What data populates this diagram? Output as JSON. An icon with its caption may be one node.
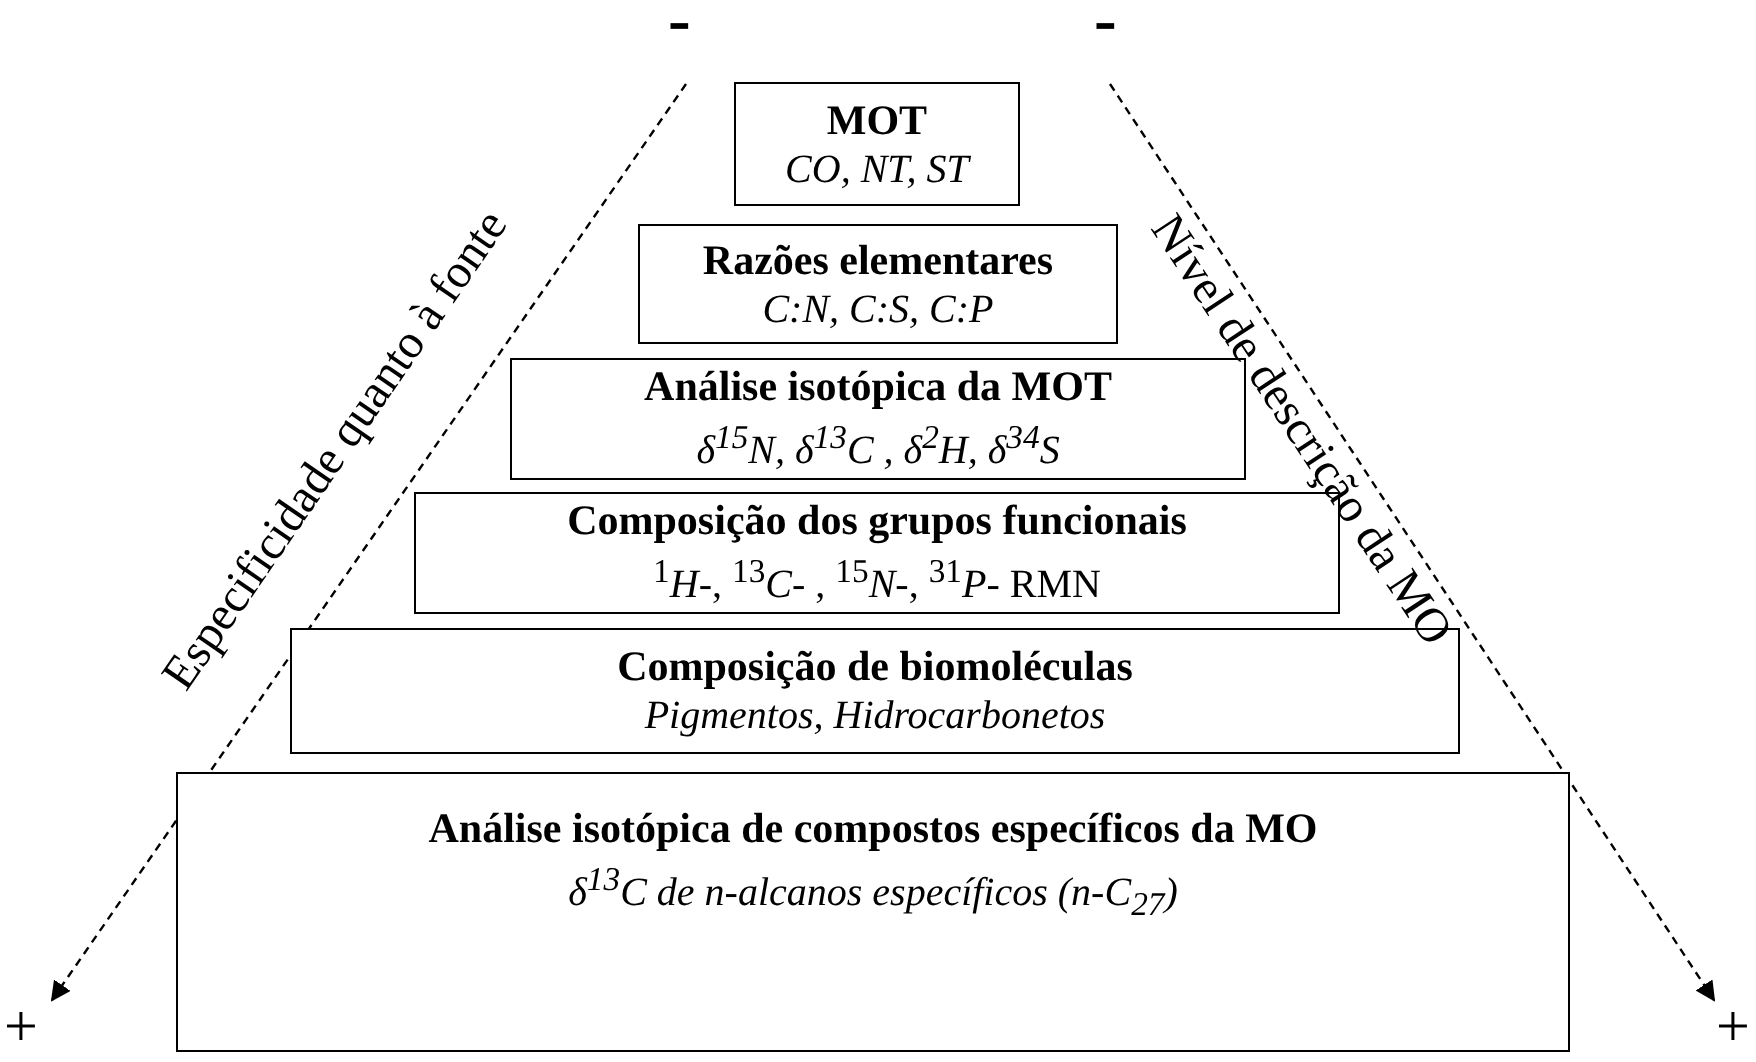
{
  "diagram": {
    "nodes": [
      {
        "text": [
          "MOT",
          "CO, NT, ST"
        ]
      },
      {
        "text": [
          "Razões elementares",
          "C:N, C:S, C:P"
        ]
      },
      {
        "text": [
          "Análise isotópica da MOT",
          "δ$^{15}$N, δ$^{13}$C , δ$^{2}$H, δ$^{34}$S"
        ]
      },
      {
        "text": [
          "Composição dos grupos funcionais",
          "$^{1}$*H*-, $^{13}$*C*- , $^{15}$*N*-, $^{31}$*P*- RMN"
        ]
      },
      {
        "text": [
          "Composição de biomoléculas",
          "Pigmentos, Hidrocarbonetos"
        ]
      },
      {
        "text": [
          "Análise isotópica de compostos específicos da MO",
          "δ$^{13}$C de n-alcanos específicos (n-C$_{27}$)"
        ]
      }
    ],
    "labels": [
      "-",
      "-",
      "Especificidade quanto à fonte",
      "Nível de descrição da MO",
      "+",
      "+"
    ]
  }
}
